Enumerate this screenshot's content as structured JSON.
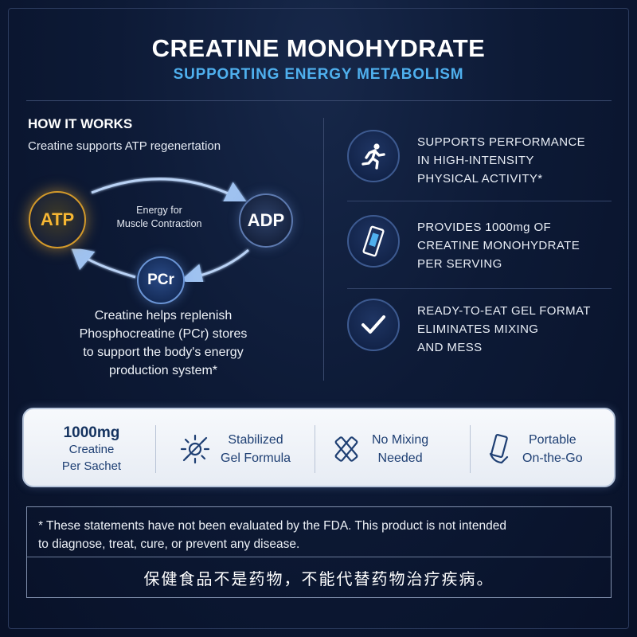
{
  "header": {
    "title": "CREATINE MONOHYDRATE",
    "subtitle": "SUPPORTING ENERGY METABOLISM"
  },
  "how_it_works": {
    "heading": "HOW IT WORKS",
    "subheading": "Creatine supports ATP regenertation",
    "diagram": {
      "atp": "ATP",
      "adp": "ADP",
      "pcr": "PCr",
      "energy_line1": "Energy for",
      "energy_line2": "Muscle Contraction"
    },
    "explanation": [
      "Creatine helps replenish",
      "Phosphocreatine (PCr) stores",
      "to support the body's energy",
      "production system*"
    ]
  },
  "benefits": [
    {
      "icon": "running-person-icon",
      "lines": [
        "SUPPORTS PERFORMANCE",
        "IN HIGH-INTENSITY",
        "PHYSICAL ACTIVITY*"
      ]
    },
    {
      "icon": "sachet-icon",
      "lines": [
        "PROVIDES 1000mg OF",
        "CREATINE MONOHYDRATE",
        "PER SERVING"
      ]
    },
    {
      "icon": "checkmark-icon",
      "lines": [
        "READY-TO-EAT GEL FORMAT",
        "ELIMINATES MIXING",
        "AND MESS"
      ]
    }
  ],
  "features": [
    {
      "lines": [
        "1000mg",
        "Creatine",
        "Per Sachet"
      ]
    },
    {
      "icon": "sun-gel-icon",
      "lines": [
        "Stabilized",
        "Gel Formula"
      ]
    },
    {
      "icon": "no-mixing-icon",
      "lines": [
        "No Mixing",
        "Needed"
      ]
    },
    {
      "icon": "portable-sachet-icon",
      "lines": [
        "Portable",
        "On-the-Go"
      ]
    }
  ],
  "disclaimer": {
    "english_line1": "* These statements have not been evaluated by the FDA. This product is not intended",
    "english_line2": "to diagnose, treat, cure, or prevent any disease.",
    "chinese": "保健食品不是药物，不能代替药物治疗疾病。"
  },
  "colors": {
    "background": "#0d1a36",
    "accent_blue": "#4fb0ee",
    "atp_gold": "#f7b733",
    "panel_text": "#1e3f73"
  }
}
